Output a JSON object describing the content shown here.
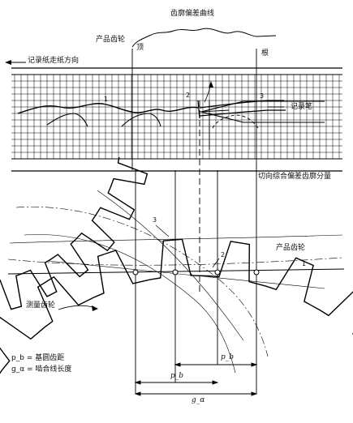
{
  "labels": {
    "deviation_curve": "齿廓偏差曲线",
    "product_gear_top": "产品齿轮",
    "tip": "顶",
    "root": "根",
    "paper_direction": "记录纸走纸方向",
    "pen": "记录笔",
    "tangential_component": "切向综合偏差齿廓分量",
    "product_gear_mid": "产品齿轮",
    "measuring_gear": "测量齿轮",
    "n1_top": "1",
    "n2_top": "2",
    "n3_top": "3",
    "n3_mid": "3",
    "n2_mid": "2",
    "n1_mid": "1"
  },
  "legend": {
    "pb_def": "p_b = 基圆齿距",
    "ga_def": "g_α = 啮合线长度"
  },
  "dimensions": {
    "pb_right": "p_b",
    "pb_left": "p_b",
    "ga": "g_α"
  }
}
